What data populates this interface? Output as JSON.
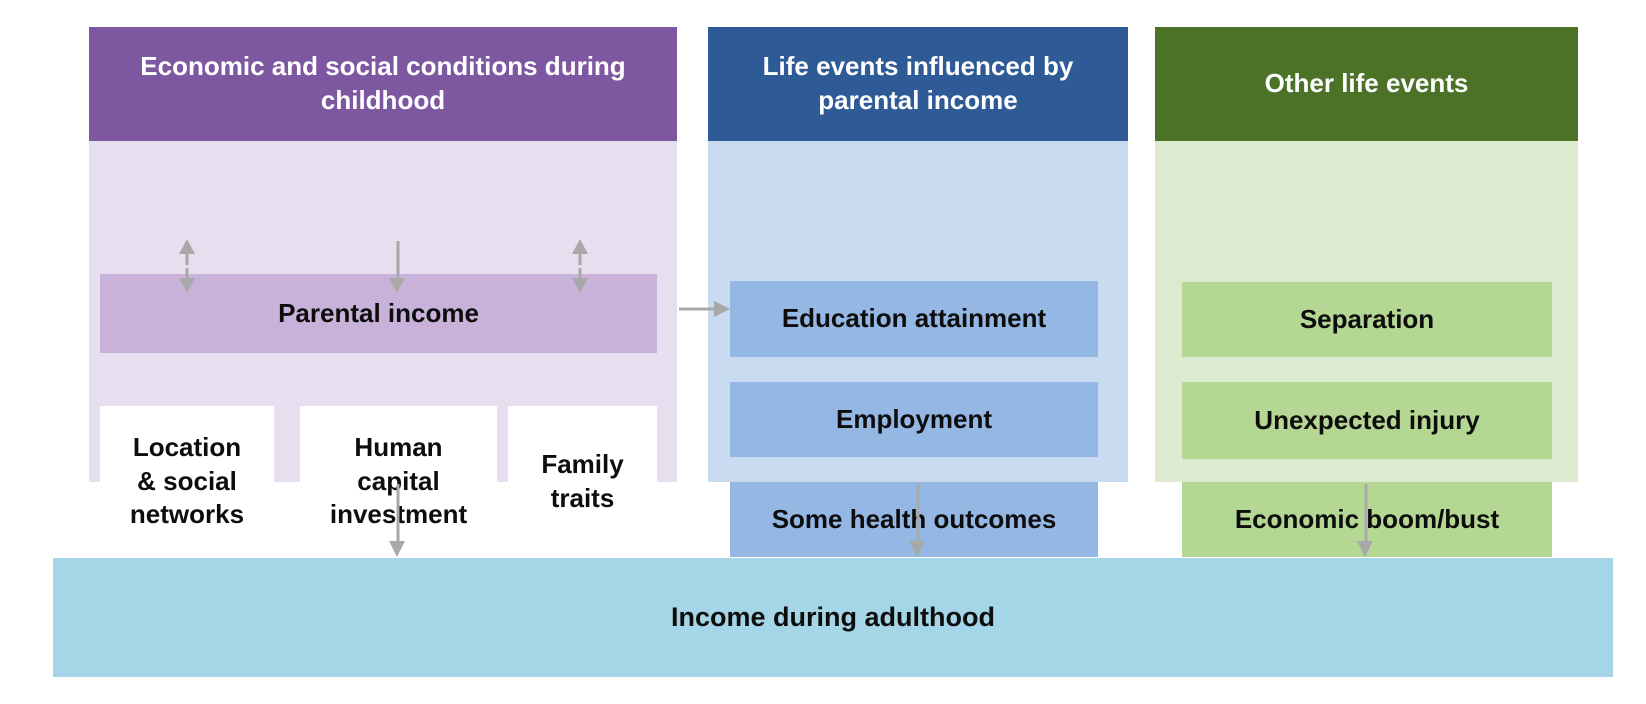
{
  "diagram": {
    "columns": [
      {
        "id": "childhood",
        "header": "Economic and social conditions during childhood",
        "header_color": "#7e57a1",
        "body_color": "#e7def0",
        "parental_income_label": "Parental income",
        "parental_box_color": "#c9b2d9",
        "child_boxes": [
          "Location\n& social\nnetworks",
          "Human\ncapital\ninvestment",
          "Family\ntraits"
        ]
      },
      {
        "id": "life-events-influenced-by-parental-income",
        "header": "Life events influenced by parental income",
        "header_color": "#2e5a96",
        "body_color": "#c9dbf1",
        "box_color": "#94b7e3",
        "items": [
          "Education attainment",
          "Employment",
          "Some health outcomes"
        ]
      },
      {
        "id": "other-life-events",
        "header": "Other life events",
        "header_color": "#4b7227",
        "body_color": "#dcebcf",
        "box_color": "#b4d794",
        "items": [
          "Separation",
          "Unexpected injury",
          "Economic boom/bust"
        ]
      }
    ],
    "outcome": {
      "label": "Income during adulthood",
      "bar_color": "#a4d6e7"
    },
    "arrow_color": "#a8a8a8"
  }
}
